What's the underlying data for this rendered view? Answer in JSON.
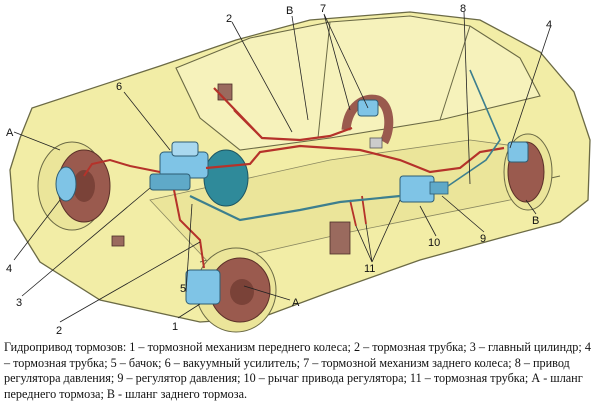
{
  "caption": "Гидропривод тормозов: 1 – тормозной механизм переднего колеса; 2 – тормозная трубка; 3 – главный цилиндр; 4 – тормозная трубка; 5 – бачок; 6 – вакуумный усилитель; 7 – тормозной механизм заднего колеса; 8 – привод регулятора давления; 9 – регулятор давления; 10 – рычаг привода регулятора; 11 – тормозная трубка; А - шланг переднего тормоза; В - шланг заднего тормоза.",
  "labels": {
    "n1": "1",
    "n2_front": "2",
    "n2_top": "2",
    "n3": "3",
    "n4_front": "4",
    "n4_rear": "4",
    "n5": "5",
    "n6": "6",
    "n7": "7",
    "n8": "8",
    "n9": "9",
    "n10": "10",
    "n11": "11",
    "a_front_left": "А",
    "a_front_right": "А",
    "b_top": "В",
    "b_rear": "В"
  },
  "colors": {
    "body": "#f2eda6",
    "outline": "#6b6a45",
    "brake_line": "#b5322a",
    "fluid_line": "#3d7f8e",
    "component_blue": "#7fc4e6",
    "disc": "#9a5a4e"
  }
}
